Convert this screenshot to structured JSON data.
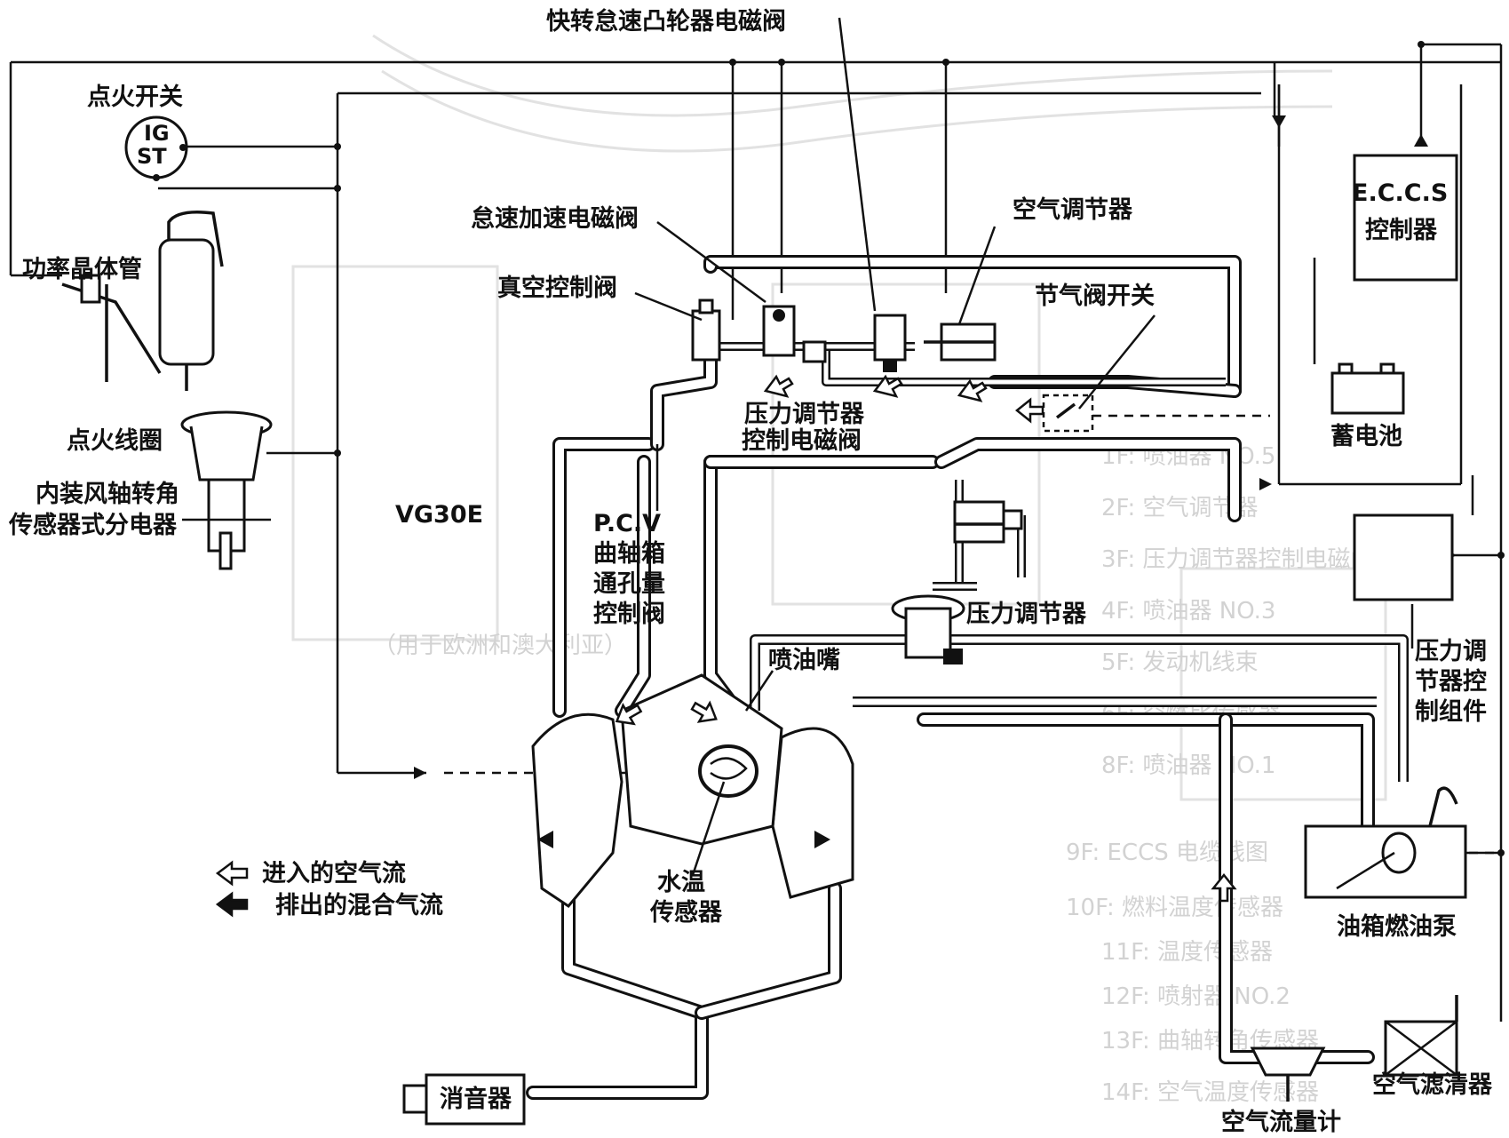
{
  "engine_model": "VG30E",
  "labels": {
    "fast_idle_cam_solenoid": "快转怠速凸轮器电磁阀",
    "ignition_switch": "点火开关",
    "ignition_switch_ig": "IG",
    "ignition_switch_st": "ST",
    "power_transistor": "功率晶体管",
    "ignition_coil": "点火线圈",
    "distributor_line1": "内装风轴转角",
    "distributor_line2": "传感器式分电器",
    "idle_up_solenoid": "怠速加速电磁阀",
    "vacuum_control_valve": "真空控制阀",
    "air_regulator": "空气调节器",
    "throttle_switch": "节气阀开关",
    "eccs_line1": "E.C.C.S",
    "eccs_line2": "控制器",
    "battery": "蓄电池",
    "pr_solenoid_line1": "压力调节器",
    "pr_solenoid_line2": "控制电磁阀",
    "pcv_line1": "P.C.V",
    "pcv_line2": "曲轴箱",
    "pcv_line3": "通孔量",
    "pcv_line4": "控制阀",
    "pressure_regulator": "压力调节器",
    "injector": "喷油嘴",
    "pr_control_unit_line1": "压力调",
    "pr_control_unit_line2": "节器控",
    "pr_control_unit_line3": "制组件",
    "water_temp_line1": "水温",
    "water_temp_line2": "传感器",
    "fuel_pump": "油箱燃油泵",
    "air_cleaner": "空气滤清器",
    "air_flow_meter": "空气流量计",
    "muffler": "消音器"
  },
  "legend": {
    "intake": "进入的空气流",
    "exhaust": "排出的混合气流"
  },
  "ghost_text": [
    "1F: 喷油器 NO.5",
    "2F: 空气调节器",
    "3F: 压力调节器控制电磁阀",
    "4F: 喷油器 NO.3",
    "5F: 发动机线束",
    "6F: 空燃比传感器",
    "8F: 喷油器 NO.1",
    "9F: ECCS 电缆线图",
    "10F: 燃料温度传感器",
    "11F: 温度传感器",
    "12F: 喷射器 NO.2",
    "13F: 曲轴转角传感器",
    "14F: 空气温度传感器",
    "（用于欧洲和澳大利亚）"
  ]
}
